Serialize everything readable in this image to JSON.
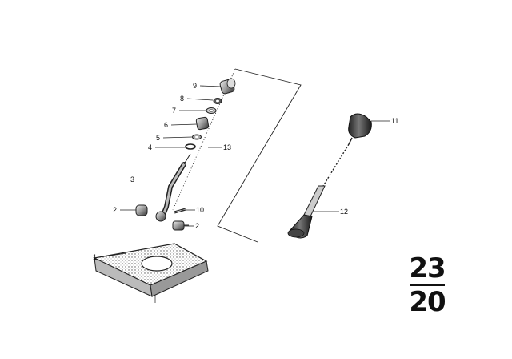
{
  "diagram": {
    "callouts": [
      "1",
      "2",
      "2",
      "3",
      "4",
      "5",
      "6",
      "7",
      "8",
      "9",
      "10",
      "11",
      "12",
      "13"
    ],
    "reference": {
      "group": "23",
      "subgroup": "20"
    }
  }
}
